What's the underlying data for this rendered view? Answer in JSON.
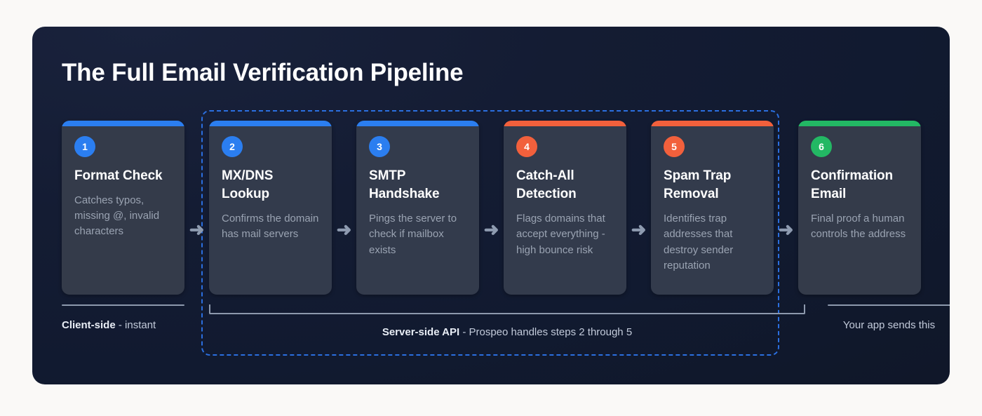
{
  "panel": {
    "title": "The Full Email Verification Pipeline",
    "background_color": "#141c33",
    "page_background_color": "#faf9f7"
  },
  "colors": {
    "blue": "#2b7ef0",
    "orange": "#f2603c",
    "green": "#23b864",
    "card_bg": "#343b4a",
    "dashed_border": "#2b6fe0",
    "rule": "#8d99ad",
    "arrow": "#8e9bb0",
    "title_text": "#ffffff",
    "desc_text": "#9aa3b2"
  },
  "steps": [
    {
      "number": "1",
      "title": "Format Check",
      "description": "Catches typos, missing @, invalid characters",
      "accent": "#2b7ef0",
      "badge_color": "#2b7ef0",
      "zone": "client"
    },
    {
      "number": "2",
      "title": "MX/DNS Lookup",
      "description": "Confirms the domain has mail servers",
      "accent": "#2b7ef0",
      "badge_color": "#2b7ef0",
      "zone": "server"
    },
    {
      "number": "3",
      "title": "SMTP Handshake",
      "description": "Pings the server to check if mailbox exists",
      "accent": "#2b7ef0",
      "badge_color": "#2b7ef0",
      "zone": "server"
    },
    {
      "number": "4",
      "title": "Catch-All Detection",
      "description": "Flags domains that accept everything - high bounce risk",
      "accent": "#f2603c",
      "badge_color": "#f2603c",
      "zone": "server"
    },
    {
      "number": "5",
      "title": "Spam Trap Removal",
      "description": "Identifies trap addresses that destroy sender reputation",
      "accent": "#f2603c",
      "badge_color": "#f2603c",
      "zone": "server"
    },
    {
      "number": "6",
      "title": "Confirmation Email",
      "description": "Final proof a human controls the address",
      "accent": "#23b864",
      "badge_color": "#23b864",
      "zone": "app"
    }
  ],
  "connectors": {
    "icon": "arrow-right-icon",
    "count": 5,
    "glyph": "➜"
  },
  "footer": {
    "client": {
      "bold": "Client-side",
      "rest": " - instant"
    },
    "server": {
      "bold": "Server-side API",
      "rest": " - Prospeo handles steps 2 through 5"
    },
    "app": {
      "bold": "",
      "rest": "Your app sends this"
    }
  }
}
